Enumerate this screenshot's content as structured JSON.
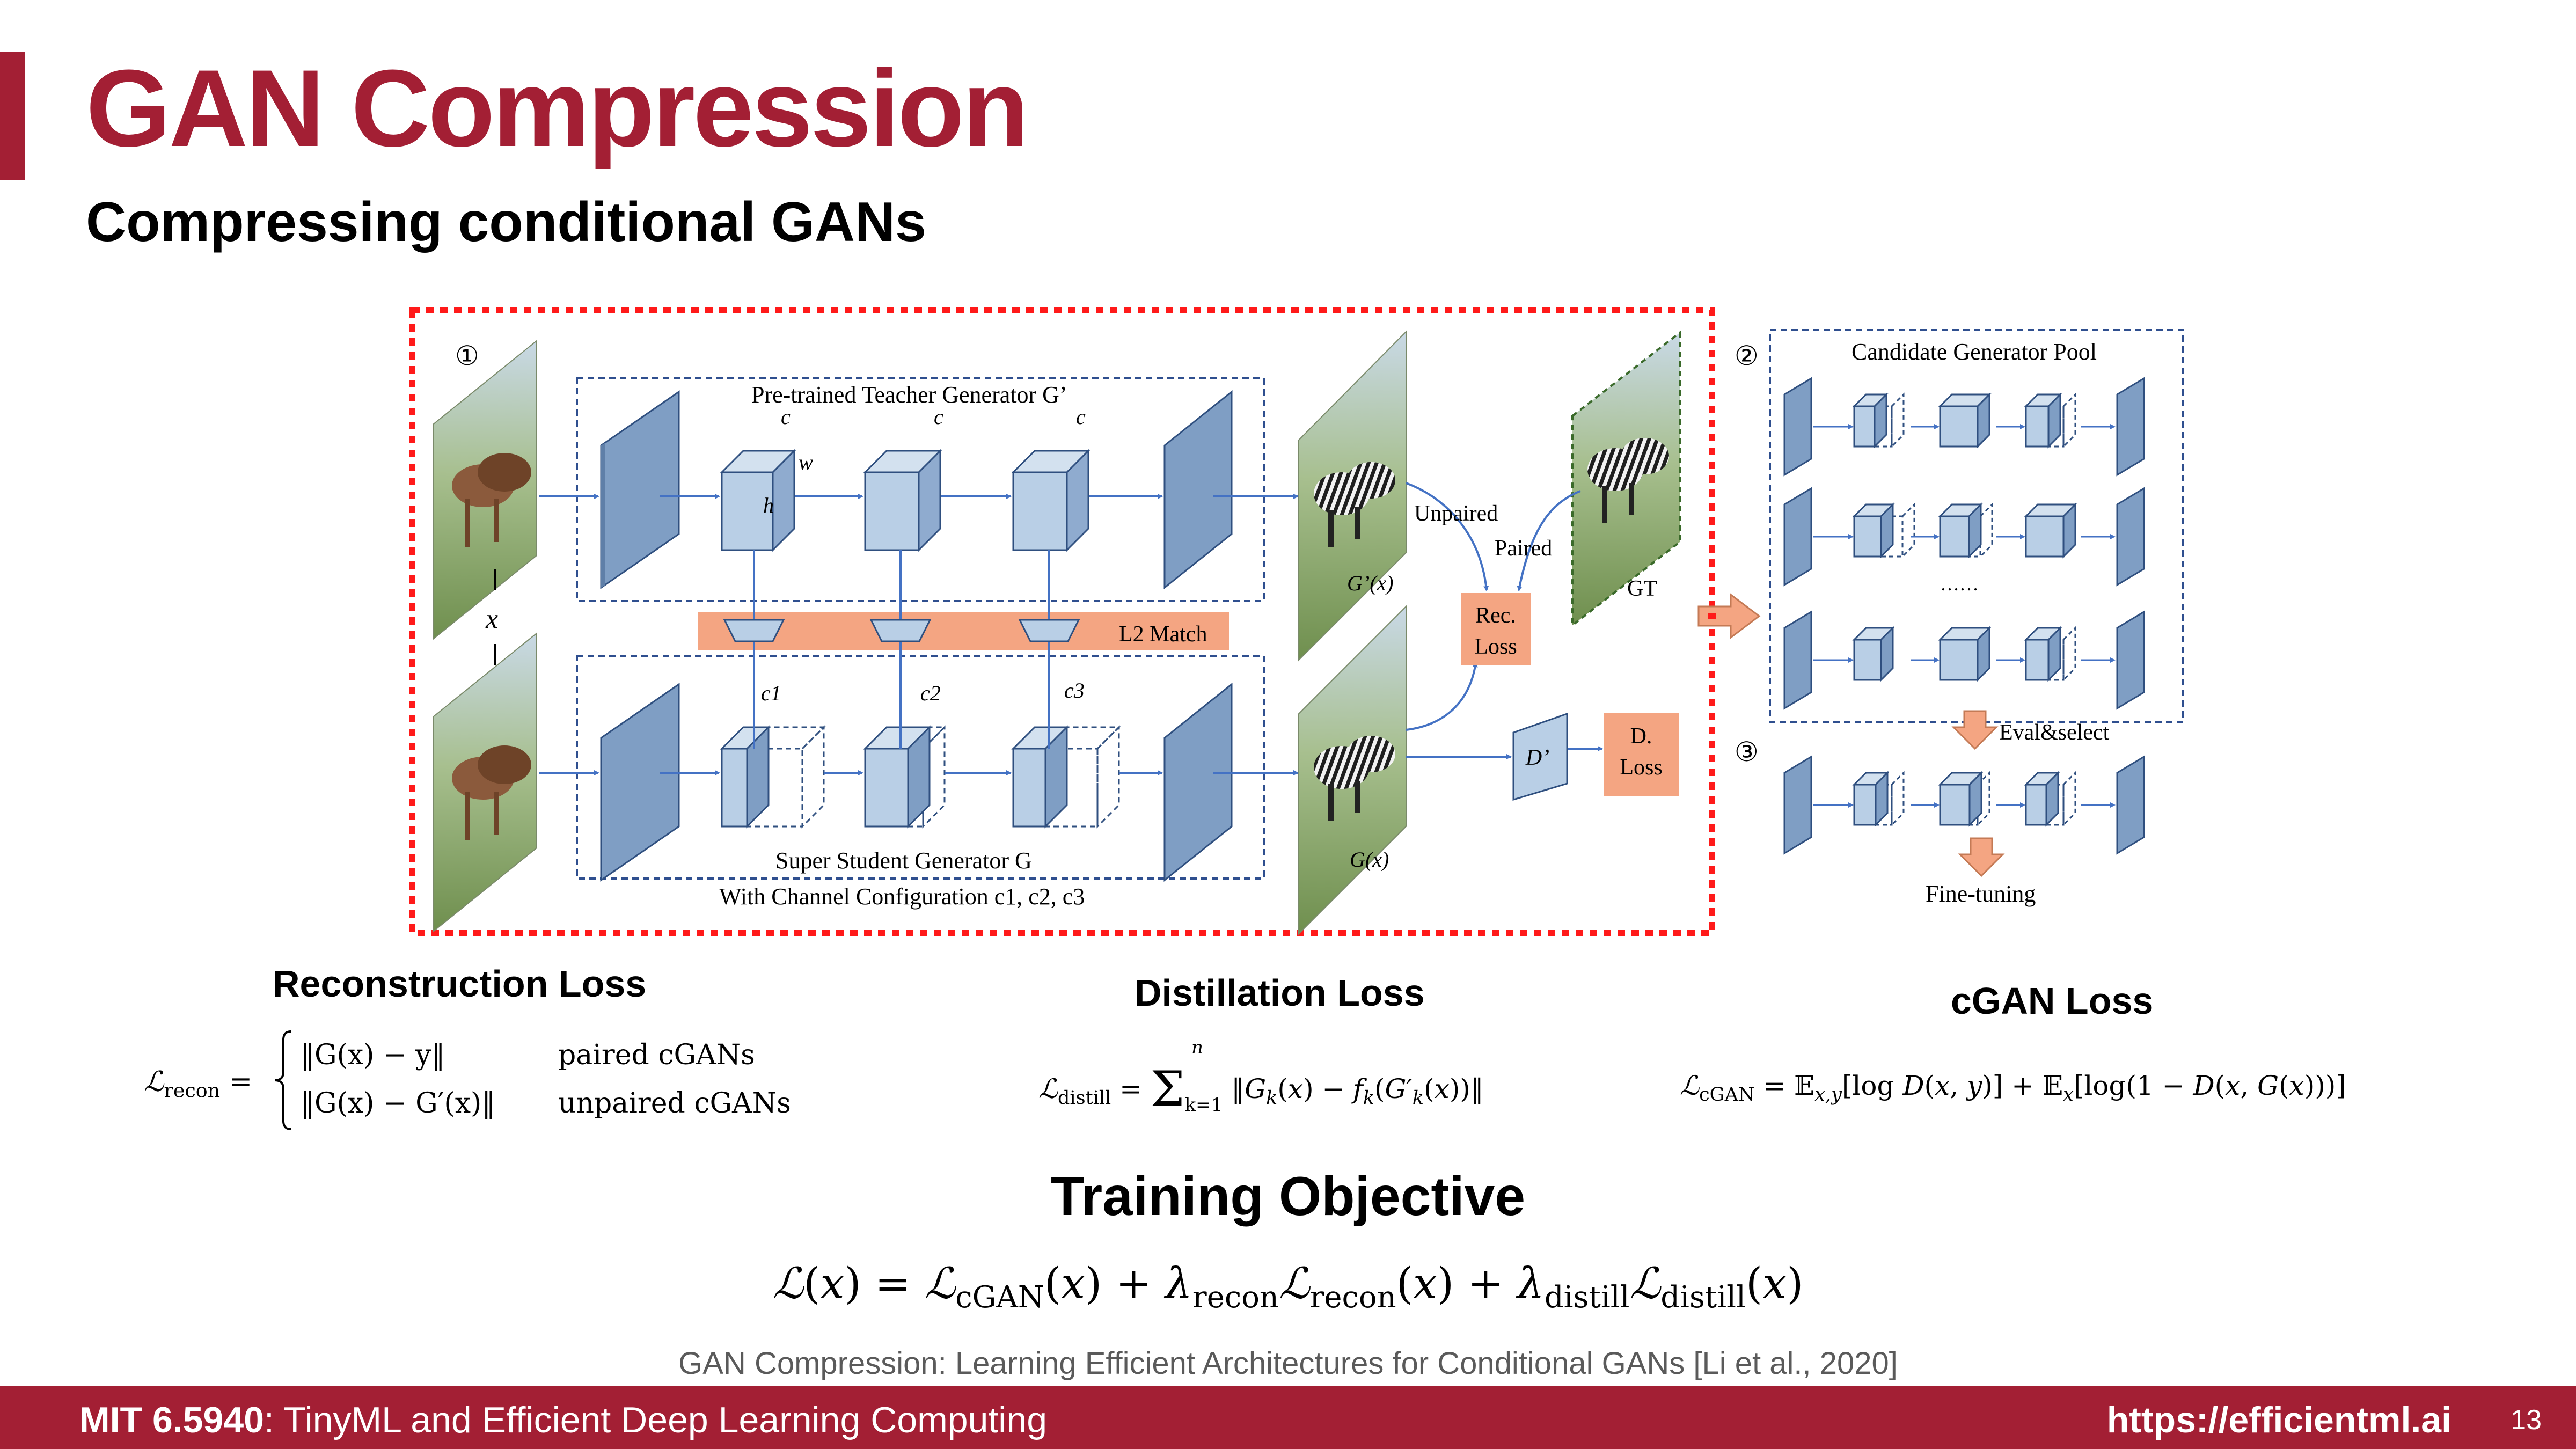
{
  "slide": {
    "title": "GAN Compression",
    "subtitle": "Compressing conditional GANs"
  },
  "colors": {
    "brand": "#a31f34",
    "block_fill": "#b9cfe6",
    "block_dark": "#5f7fa8",
    "salmon": "#f4a582",
    "dashed_red": "#ff1a1a",
    "dashed_blue": "#2f4f8f"
  },
  "diagram": {
    "step_markers": [
      "①",
      "②",
      "③"
    ],
    "teacher_label": "Pre-trained Teacher Generator G’",
    "student_label": "Super Student Generator G",
    "channel_config": "With Channel Configuration c1, c2, c3",
    "teacher_channels": [
      "c",
      "c",
      "c"
    ],
    "dim_w": "w",
    "dim_h": "h",
    "student_channels": [
      "c1",
      "c2",
      "c3"
    ],
    "l2_match": "L2 Match",
    "input_x": "x",
    "teacher_output": "G’(x)",
    "student_output": "G(x)",
    "gt_label": "GT",
    "unpaired": "Unpaired",
    "paired": "Paired",
    "rec_loss_line1": "Rec.",
    "rec_loss_line2": "Loss",
    "discriminator": "D’",
    "d_loss_line1": "D.",
    "d_loss_line2": "Loss",
    "pool_title": "Candidate Generator Pool",
    "pool_ellipsis": "……",
    "eval_select": "Eval&select",
    "fine_tuning": "Fine-tuning",
    "images": [
      "horse-input-image",
      "zebra-teacher-output",
      "zebra-ground-truth",
      "horse-input-image-student",
      "zebra-student-output"
    ]
  },
  "losses": {
    "recon_heading": "Reconstruction Loss",
    "distill_heading": "Distillation Loss",
    "cgan_heading": "cGAN Loss",
    "recon_lhs": "ℒrecon =",
    "recon_case1": "‖G(x) − y‖",
    "recon_case1_cond": "paired cGANs",
    "recon_case2": "‖G(x) − G′(x)‖",
    "recon_case2_cond": "unpaired cGANs",
    "distill_eq": "ℒdistill = Σk=1..n ‖Gk(x) − fk(G′k(x))‖",
    "cgan_eq": "ℒcGAN = 𝔼x,y[log D(x, y)] + 𝔼x[log(1 − D(x, G(x)))]"
  },
  "objective": {
    "heading": "Training Objective",
    "equation": "ℒ(x) = ℒcGAN(x) + λreconℒrecon(x) + λdistillℒdistill(x)"
  },
  "citation": "GAN Compression: Learning Efficient Architectures for Conditional GANs [Li et al., 2020]",
  "footer": {
    "course_code": "MIT 6.5940",
    "course_name": ": TinyML and Efficient Deep Learning Computing",
    "url": "https://efficientml.ai",
    "page": "13"
  }
}
